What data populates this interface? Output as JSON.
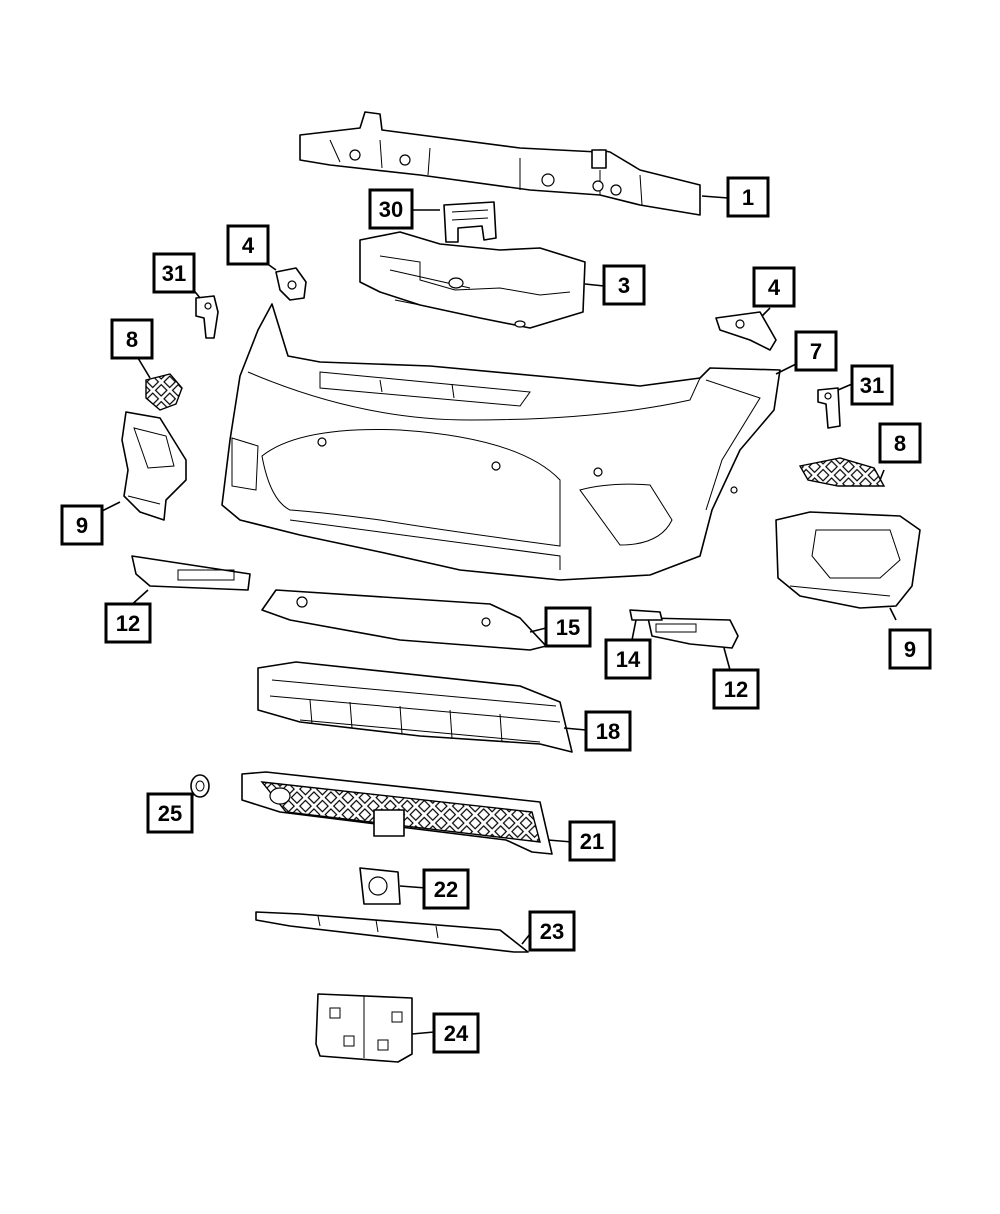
{
  "callouts": [
    {
      "id": "c1",
      "label": "1"
    },
    {
      "id": "c30",
      "label": "30"
    },
    {
      "id": "c3",
      "label": "3"
    },
    {
      "id": "c4a",
      "label": "4"
    },
    {
      "id": "c4b",
      "label": "4"
    },
    {
      "id": "c31a",
      "label": "31"
    },
    {
      "id": "c31b",
      "label": "31"
    },
    {
      "id": "c7",
      "label": "7"
    },
    {
      "id": "c8a",
      "label": "8"
    },
    {
      "id": "c8b",
      "label": "8"
    },
    {
      "id": "c9a",
      "label": "9"
    },
    {
      "id": "c9b",
      "label": "9"
    },
    {
      "id": "c12a",
      "label": "12"
    },
    {
      "id": "c12b",
      "label": "12"
    },
    {
      "id": "c14",
      "label": "14"
    },
    {
      "id": "c15",
      "label": "15"
    },
    {
      "id": "c18",
      "label": "18"
    },
    {
      "id": "c21",
      "label": "21"
    },
    {
      "id": "c22",
      "label": "22"
    },
    {
      "id": "c23",
      "label": "23"
    },
    {
      "id": "c24",
      "label": "24"
    },
    {
      "id": "c25",
      "label": "25"
    }
  ]
}
